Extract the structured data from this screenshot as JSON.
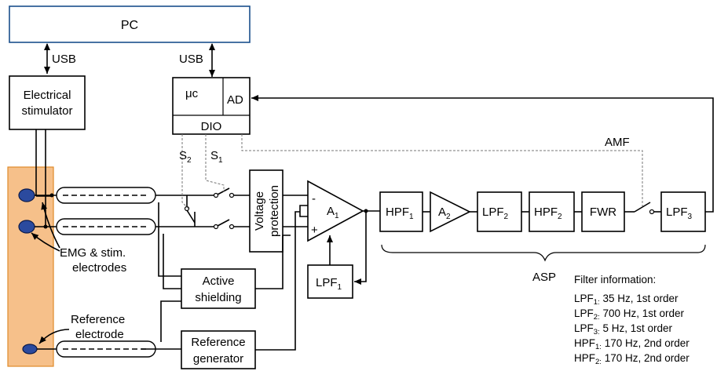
{
  "pc": {
    "label": "PC"
  },
  "usb": {
    "left": "USB",
    "right": "USB"
  },
  "stimulator": {
    "line1": "Electrical",
    "line2": "stimulator"
  },
  "mcu": {
    "uc": "μc",
    "ad": "AD",
    "dio": "DIO"
  },
  "switches": {
    "s2": "S",
    "s2_sub": "2",
    "s1": "S",
    "s1_sub": "1"
  },
  "amf": "AMF",
  "voltage_protection": {
    "line1": "Voltage",
    "line2": "protection"
  },
  "amp1": {
    "label": "A",
    "sub": "1",
    "minus": "-",
    "plus": "+"
  },
  "amp2": {
    "label": "A",
    "sub": "2"
  },
  "lpf1_feedback": {
    "label": "LPF",
    "sub": "1"
  },
  "chain": {
    "hpf1": {
      "label": "HPF",
      "sub": "1"
    },
    "lpf2": {
      "label": "LPF",
      "sub": "2"
    },
    "hpf2": {
      "label": "HPF",
      "sub": "2"
    },
    "fwr": {
      "label": "FWR"
    },
    "lpf3": {
      "label": "LPF",
      "sub": "3"
    }
  },
  "asp": "ASP",
  "electrodes": {
    "emg_line1": "EMG & stim.",
    "emg_line2": "electrodes",
    "ref_line1": "Reference",
    "ref_line2": "electrode"
  },
  "active_shielding": {
    "line1": "Active",
    "line2": "shielding"
  },
  "reference_generator": {
    "line1": "Reference",
    "line2": "generator"
  },
  "filter_info": {
    "title": "Filter information:",
    "items": [
      {
        "name": "LPF",
        "sub": "1:",
        "text": " 35 Hz, 1st order"
      },
      {
        "name": "LPF",
        "sub": "2:",
        "text": " 700 Hz, 1st order"
      },
      {
        "name": "LPF",
        "sub": "3:",
        "text": " 5 Hz, 1st order"
      },
      {
        "name": "HPF",
        "sub": "1:",
        "text": " 170 Hz, 2nd order"
      },
      {
        "name": "HPF",
        "sub": "2:",
        "text": " 170 Hz, 2nd order"
      }
    ]
  },
  "colors": {
    "skin": "#f6c08a",
    "skin_border": "#e08a2a",
    "electrode": "#2b4a9e",
    "pc_border": "#1a4f8c"
  }
}
